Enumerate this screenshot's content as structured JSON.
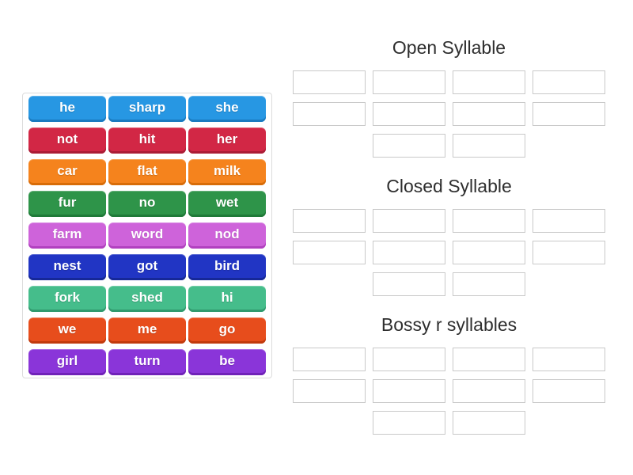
{
  "word_bank": {
    "tiles": [
      {
        "word": "he",
        "base": "#2797e3",
        "dark": "#1a7bc0"
      },
      {
        "word": "sharp",
        "base": "#2797e3",
        "dark": "#1a7bc0"
      },
      {
        "word": "she",
        "base": "#2797e3",
        "dark": "#1a7bc0"
      },
      {
        "word": "not",
        "base": "#d22745",
        "dark": "#aa1c36"
      },
      {
        "word": "hit",
        "base": "#d22745",
        "dark": "#aa1c36"
      },
      {
        "word": "her",
        "base": "#d22745",
        "dark": "#aa1c36"
      },
      {
        "word": "car",
        "base": "#f5831d",
        "dark": "#d86c08"
      },
      {
        "word": "flat",
        "base": "#f5831d",
        "dark": "#d86c08"
      },
      {
        "word": "milk",
        "base": "#f5831d",
        "dark": "#d86c08"
      },
      {
        "word": "fur",
        "base": "#2e9449",
        "dark": "#1f7a38"
      },
      {
        "word": "no",
        "base": "#2e9449",
        "dark": "#1f7a38"
      },
      {
        "word": "wet",
        "base": "#2e9449",
        "dark": "#1f7a38"
      },
      {
        "word": "farm",
        "base": "#ce63da",
        "dark": "#b140bf"
      },
      {
        "word": "word",
        "base": "#ce63da",
        "dark": "#b140bf"
      },
      {
        "word": "nod",
        "base": "#ce63da",
        "dark": "#b140bf"
      },
      {
        "word": "nest",
        "base": "#2135c4",
        "dark": "#162898"
      },
      {
        "word": "got",
        "base": "#2135c4",
        "dark": "#162898"
      },
      {
        "word": "bird",
        "base": "#2135c4",
        "dark": "#162898"
      },
      {
        "word": "fork",
        "base": "#45bd8b",
        "dark": "#319a6e"
      },
      {
        "word": "shed",
        "base": "#45bd8b",
        "dark": "#319a6e"
      },
      {
        "word": "hi",
        "base": "#45bd8b",
        "dark": "#319a6e"
      },
      {
        "word": "we",
        "base": "#e74d1c",
        "dark": "#c13a0d"
      },
      {
        "word": "me",
        "base": "#e74d1c",
        "dark": "#c13a0d"
      },
      {
        "word": "go",
        "base": "#e74d1c",
        "dark": "#c13a0d"
      },
      {
        "word": "girl",
        "base": "#8a35d9",
        "dark": "#7022b8"
      },
      {
        "word": "turn",
        "base": "#8a35d9",
        "dark": "#7022b8"
      },
      {
        "word": "be",
        "base": "#8a35d9",
        "dark": "#7022b8"
      }
    ]
  },
  "groups": [
    {
      "title": "Open Syllable",
      "slot_rows": [
        4,
        4,
        2
      ]
    },
    {
      "title": "Closed Syllable",
      "slot_rows": [
        4,
        4,
        2
      ]
    },
    {
      "title": "Bossy r syllables",
      "slot_rows": [
        4,
        4,
        2
      ]
    }
  ],
  "colors": {
    "slot_border": "#c9c9c9",
    "panel_border": "#dcdcdc",
    "heading_text": "#2e2e2e",
    "tile_text": "#ffffff",
    "background": "#ffffff"
  }
}
